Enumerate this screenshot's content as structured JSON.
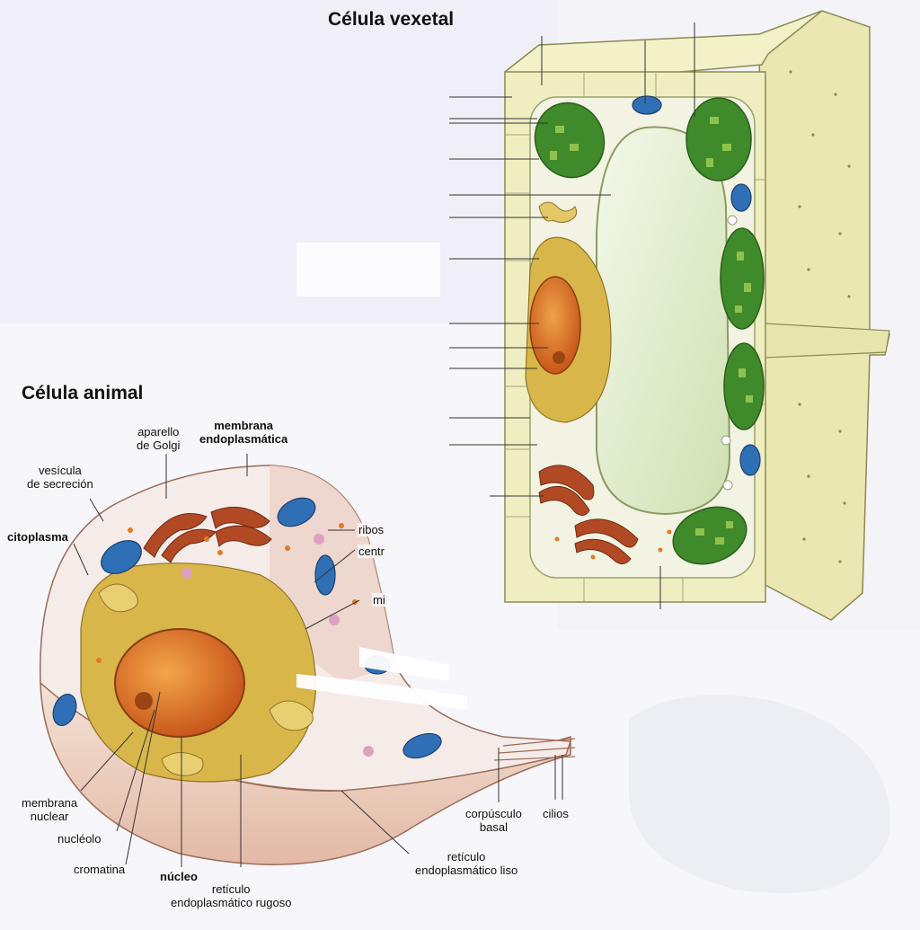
{
  "plant": {
    "title": "Célula vexetal"
  },
  "animal": {
    "title": "Célula animal",
    "labels": {
      "golgi": "aparello\nde Golgi",
      "membrane": "membrana\nendoplasmática",
      "vesicle": "vesícula\nde secreción",
      "cytoplasm": "citoplasma",
      "ribosomes": "ribos",
      "centrioles": "centr",
      "mitochondria": "mi",
      "nuclear_membrane": "membrana\nnuclear",
      "nucleolus": "nucléolo",
      "chromatin": "cromatina",
      "nucleus": "núcleo",
      "rough_er": "retículo\nendoplasmático rugoso",
      "smooth_er": "retículo\nendoplasmático liso",
      "basal_body": "corpúsculo\nbasal",
      "cilia": "cilios"
    }
  },
  "colors": {
    "plant_wall": "#efeec0",
    "vacuole": "#dfeac8",
    "chloroplast": "#3f8a2a",
    "mitochondrion": "#2f6fb6",
    "nucleus": "#d9731f",
    "golgi": "#b14a24",
    "reticulum": "#d8b64a",
    "animal_membrane": "#e9c9b8"
  }
}
